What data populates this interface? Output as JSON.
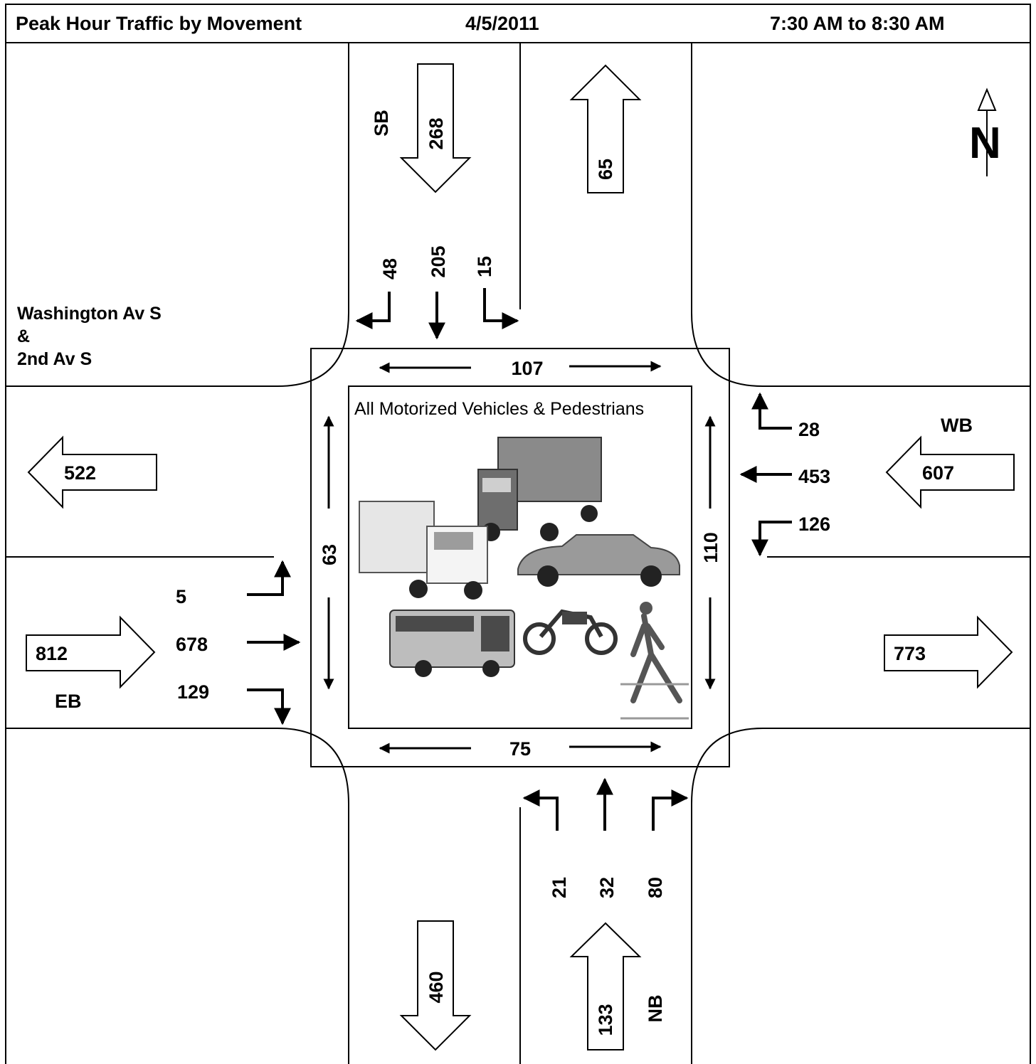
{
  "header": {
    "title": "Peak Hour Traffic by Movement",
    "date": "4/5/2011",
    "period": "7:30 AM to 8:30 AM"
  },
  "intersection": {
    "line1": "Washington Av S",
    "line2": "&",
    "line3": "2nd Av S"
  },
  "north_label": "N",
  "center_label": "All Motorized Vehicles & Pedestrians",
  "approaches": {
    "southbound": {
      "label": "SB",
      "entering": "268",
      "exiting": "65",
      "right": "48",
      "through": "205",
      "left": "15"
    },
    "northbound": {
      "label": "NB",
      "entering": "133",
      "exiting": "460",
      "left": "21",
      "through": "32",
      "right": "80"
    },
    "eastbound": {
      "label": "EB",
      "entering": "812",
      "exiting": "773",
      "left": "5",
      "through": "678",
      "right": "129"
    },
    "westbound": {
      "label": "WB",
      "entering": "607",
      "exiting": "522",
      "right": "28",
      "through": "453",
      "left": "126"
    }
  },
  "pedestrians": {
    "north_crosswalk": "107",
    "south_crosswalk": "75",
    "west_crosswalk": "63",
    "east_crosswalk": "110"
  },
  "icons": [
    "truck-icon",
    "semi-truck-icon",
    "car-icon",
    "bus-icon",
    "motorcycle-icon",
    "pedestrian-icon",
    "north-arrow-icon"
  ]
}
